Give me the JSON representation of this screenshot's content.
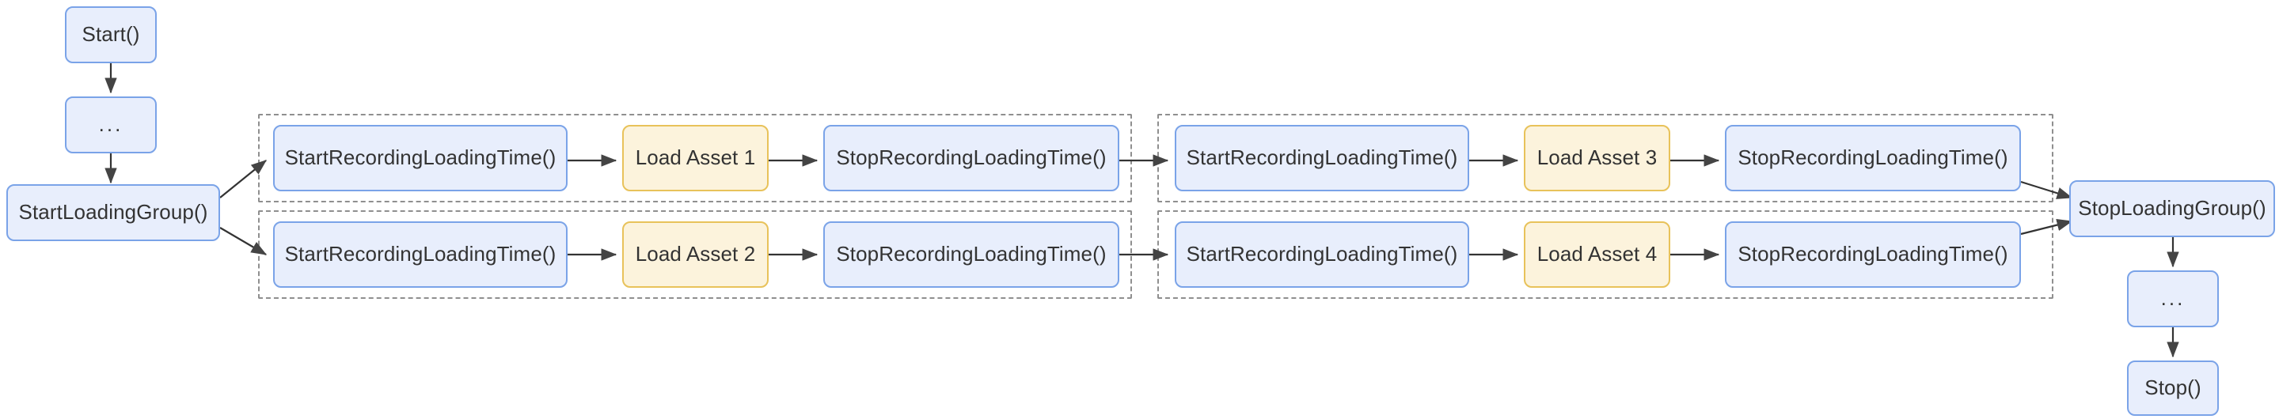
{
  "diagram": {
    "type": "flowchart",
    "orientation": "left-to-right",
    "title": "Asset loading group timing flowchart",
    "colors": {
      "node_blue_fill": "#e8eefc",
      "node_blue_border": "#7aa3e8",
      "node_yellow_fill": "#fcf3dc",
      "node_yellow_border": "#e8c25a",
      "text": "#333333",
      "edge": "#333333",
      "subgraph_border": "#8f8f8f",
      "background": "#ffffff"
    }
  },
  "nodes": {
    "start": {
      "label": "Start()",
      "style": "blue"
    },
    "pre_ellipsis": {
      "label": "...",
      "style": "blue"
    },
    "start_loading_group": {
      "label": "StartLoadingGroup()",
      "style": "blue"
    },
    "row1_start_recording": {
      "label": "StartRecordingLoadingTime()",
      "style": "blue"
    },
    "row1_load_asset": {
      "label": "Load Asset 1",
      "style": "yellow"
    },
    "row1_stop_recording": {
      "label": "StopRecordingLoadingTime()",
      "style": "blue"
    },
    "row2_start_recording": {
      "label": "StartRecordingLoadingTime()",
      "style": "blue"
    },
    "row2_load_asset": {
      "label": "Load Asset 2",
      "style": "yellow"
    },
    "row2_stop_recording": {
      "label": "StopRecordingLoadingTime()",
      "style": "blue"
    },
    "row3_start_recording": {
      "label": "StartRecordingLoadingTime()",
      "style": "blue"
    },
    "row3_load_asset": {
      "label": "Load Asset 3",
      "style": "yellow"
    },
    "row3_stop_recording": {
      "label": "StopRecordingLoadingTime()",
      "style": "blue"
    },
    "row4_start_recording": {
      "label": "StartRecordingLoadingTime()",
      "style": "blue"
    },
    "row4_load_asset": {
      "label": "Load Asset 4",
      "style": "yellow"
    },
    "row4_stop_recording": {
      "label": "StopRecordingLoadingTime()",
      "style": "blue"
    },
    "stop_loading_group": {
      "label": "StopLoadingGroup()",
      "style": "blue"
    },
    "post_ellipsis": {
      "label": "...",
      "style": "blue"
    },
    "stop": {
      "label": "Stop()",
      "style": "blue"
    }
  },
  "edges": [
    {
      "from": "start",
      "to": "pre_ellipsis"
    },
    {
      "from": "pre_ellipsis",
      "to": "start_loading_group"
    },
    {
      "from": "start_loading_group",
      "to": "row1_start_recording"
    },
    {
      "from": "start_loading_group",
      "to": "row2_start_recording"
    },
    {
      "from": "row1_start_recording",
      "to": "row1_load_asset"
    },
    {
      "from": "row1_load_asset",
      "to": "row1_stop_recording"
    },
    {
      "from": "row1_stop_recording",
      "to": "row3_start_recording"
    },
    {
      "from": "row2_start_recording",
      "to": "row2_load_asset"
    },
    {
      "from": "row2_load_asset",
      "to": "row2_stop_recording"
    },
    {
      "from": "row2_stop_recording",
      "to": "row4_start_recording"
    },
    {
      "from": "row3_start_recording",
      "to": "row3_load_asset"
    },
    {
      "from": "row3_load_asset",
      "to": "row3_stop_recording"
    },
    {
      "from": "row3_stop_recording",
      "to": "stop_loading_group"
    },
    {
      "from": "row4_start_recording",
      "to": "row4_load_asset"
    },
    {
      "from": "row4_load_asset",
      "to": "row4_stop_recording"
    },
    {
      "from": "row4_stop_recording",
      "to": "stop_loading_group"
    },
    {
      "from": "stop_loading_group",
      "to": "post_ellipsis"
    },
    {
      "from": "post_ellipsis",
      "to": "stop"
    }
  ],
  "subgraphs": [
    {
      "id": "group-1-row-1",
      "contains": [
        "row1_start_recording",
        "row1_load_asset",
        "row1_stop_recording"
      ]
    },
    {
      "id": "group-1-row-2",
      "contains": [
        "row2_start_recording",
        "row2_load_asset",
        "row2_stop_recording"
      ]
    },
    {
      "id": "group-2-row-1",
      "contains": [
        "row3_start_recording",
        "row3_load_asset",
        "row3_stop_recording"
      ]
    },
    {
      "id": "group-2-row-2",
      "contains": [
        "row4_start_recording",
        "row4_load_asset",
        "row4_stop_recording"
      ]
    }
  ]
}
